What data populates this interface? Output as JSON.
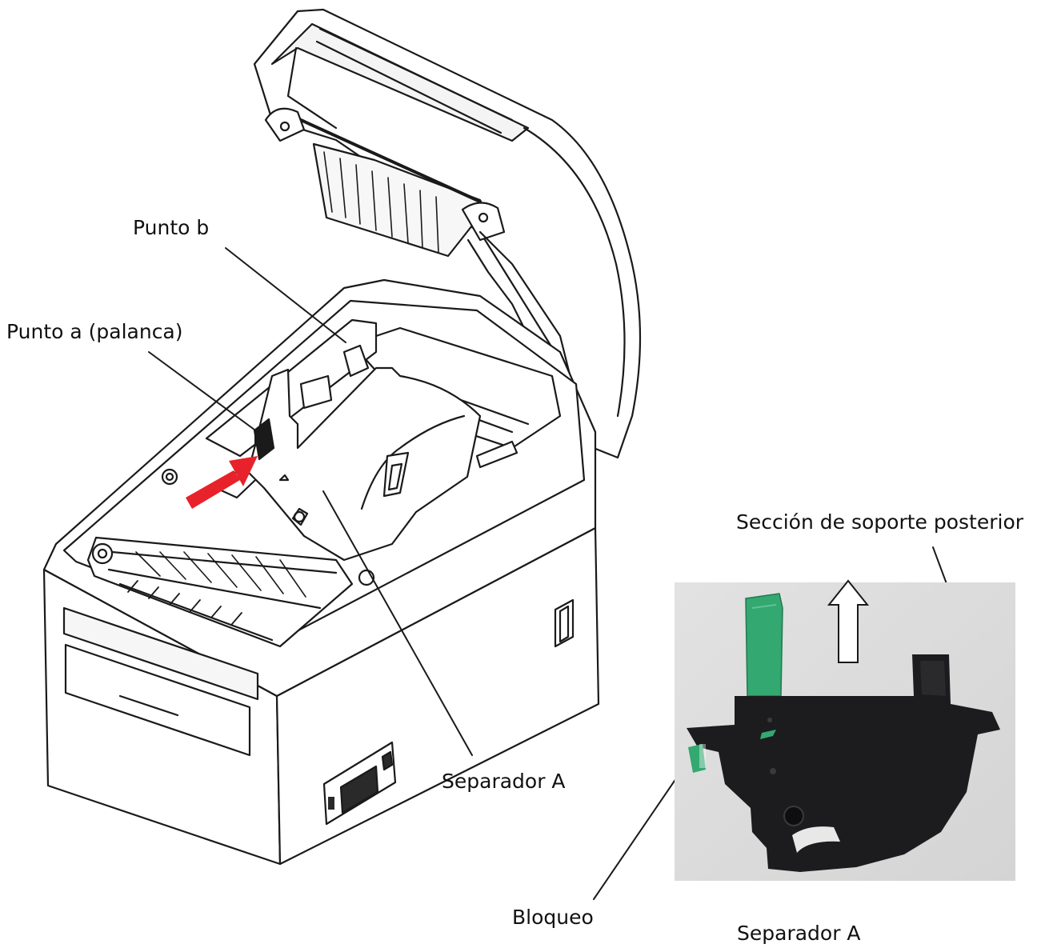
{
  "labels": {
    "punto_b": "Punto b",
    "punto_a": "Punto a (palanca)",
    "separador_a_main": "Separador A",
    "seccion_soporte": "Sección de soporte posterior",
    "bloqueo": "Bloqueo",
    "separador_a_photo": "Separador A"
  },
  "colors": {
    "outline": "#1a1a1a",
    "arrow_red": "#e8222a",
    "photo_background": "#dcdcdc",
    "part_black": "#1c1c1e",
    "part_green": "#33a870"
  }
}
